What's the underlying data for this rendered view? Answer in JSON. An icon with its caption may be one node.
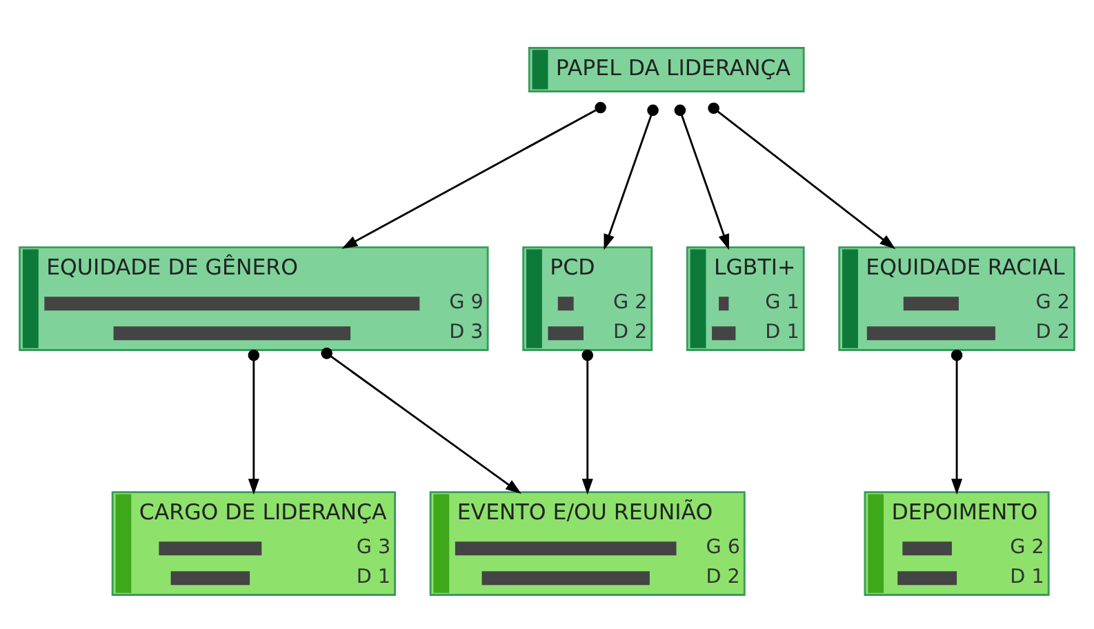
{
  "diagram": {
    "nodes": [
      {
        "text": [
          "PAPEL DA LIDERANÇA"
        ]
      },
      {
        "text": [
          "EQUIDADE DE GÊNERO",
          "G 9",
          "D 3"
        ]
      },
      {
        "text": [
          "PCD",
          "G 2",
          "D 2"
        ]
      },
      {
        "text": [
          "LGBTI+",
          "G 1",
          "D 1"
        ]
      },
      {
        "text": [
          "EQUIDADE RACIAL",
          "G 2",
          "D 2"
        ]
      },
      {
        "text": [
          "CARGO DE LIDERANÇA",
          "G 3",
          "D 1"
        ]
      },
      {
        "text": [
          "EVENTO E/OU REUNIÃO",
          "G 6",
          "D 2"
        ]
      },
      {
        "text": [
          "DEPOIMENTO",
          "G 2",
          "D 1"
        ]
      }
    ],
    "edges": [
      {
        "from": 0,
        "to": 1,
        "arrow": "to"
      },
      {
        "from": 0,
        "to": 2,
        "arrow": "to"
      },
      {
        "from": 0,
        "to": 3,
        "arrow": "to"
      },
      {
        "from": 0,
        "to": 4,
        "arrow": "to"
      },
      {
        "from": 1,
        "to": 5,
        "arrow": "to"
      },
      {
        "from": 1,
        "to": 6,
        "arrow": "to"
      },
      {
        "from": 2,
        "to": 6,
        "arrow": "to"
      },
      {
        "from": 4,
        "to": 7,
        "arrow": "to"
      }
    ]
  }
}
